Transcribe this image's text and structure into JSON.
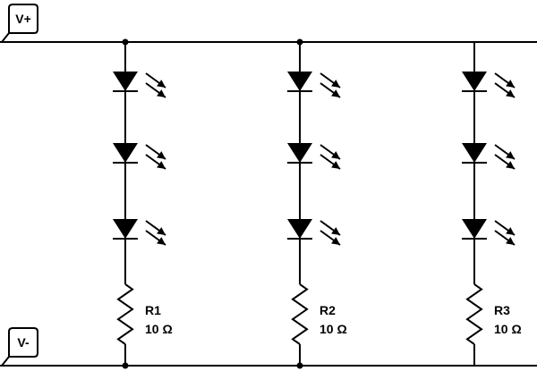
{
  "diagram": {
    "supply": {
      "positive_label": "V+",
      "negative_label": "V-"
    },
    "branches": [
      {
        "resistor_label": "R1",
        "resistor_value": "10 Ω",
        "led_count": 3
      },
      {
        "resistor_label": "R2",
        "resistor_value": "10 Ω",
        "led_count": 3
      },
      {
        "resistor_label": "R3",
        "resistor_value": "10 Ω",
        "led_count": 3
      }
    ],
    "colors": {
      "stroke": "#000000",
      "background": "#ffffff"
    }
  }
}
